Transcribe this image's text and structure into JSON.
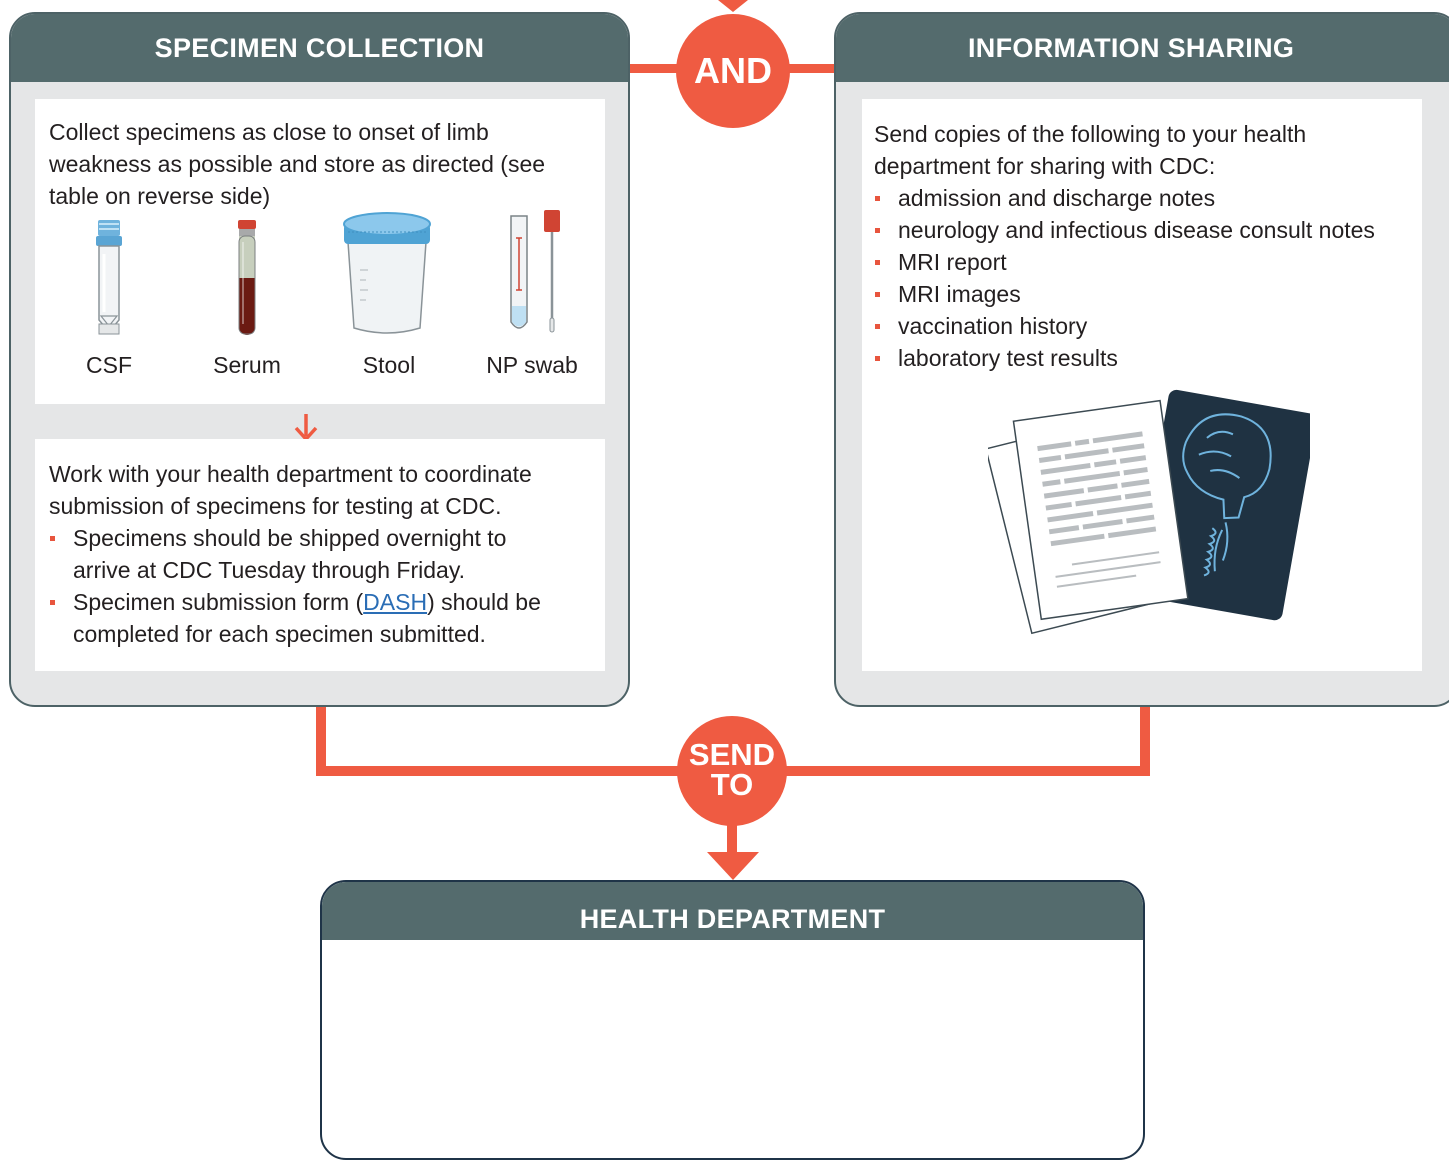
{
  "specimen_collection": {
    "title": "SPECIMEN COLLECTION",
    "collect_text": "Collect specimens as close to onset of limb weakness as possible and store as directed (see table on reverse side)",
    "specimens": [
      "CSF",
      "Serum",
      "Stool",
      "NP swab"
    ],
    "coordinate_text": "Work with your health department to coordinate submission of specimens for testing at CDC.",
    "bullet_1": "Specimens should be shipped overnight to arrive at CDC Tuesday through Friday.",
    "bullet_2_before": "Specimen submission form (",
    "bullet_2_link": "DASH",
    "bullet_2_after": ") should be completed for each specimen submitted."
  },
  "information_sharing": {
    "title": "INFORMATION SHARING",
    "intro": "Send copies of the following to your health department for sharing with CDC:",
    "items": [
      "admission and discharge notes",
      "neurology and infectious disease consult notes",
      "MRI report",
      "MRI images",
      "vaccination history",
      "laboratory test results"
    ]
  },
  "connectors": {
    "and_label": "AND",
    "send_label_1": "SEND",
    "send_label_2": "TO"
  },
  "health_department": {
    "title": "HEALTH DEPARTMENT"
  },
  "colors": {
    "header": "#546b6d",
    "accent": "#ef5b42",
    "panel_bg": "#e5e6e7",
    "link": "#2a6db5"
  }
}
